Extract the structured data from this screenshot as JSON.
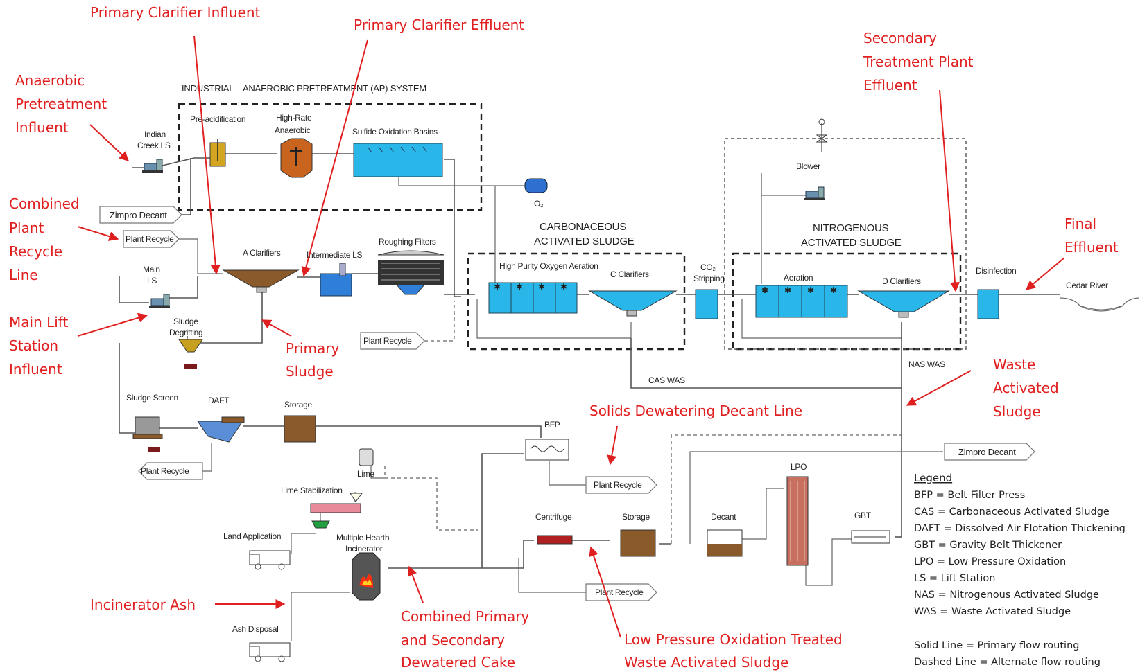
{
  "system_title": "INDUSTRIAL – ANAEROBIC PRETREATMENT (AP) SYSTEM",
  "units": {
    "indian_creek_ls": [
      "Indian",
      "Creek LS"
    ],
    "pre_acidification": "Pre-acidification",
    "high_rate_anaerobic": [
      "High-Rate",
      "Anaerobic"
    ],
    "sulfide_oxidation": "Sulfide Oxidation Basins",
    "blower": "Blower",
    "o2": "O₂",
    "carbonaceous": [
      "CARBONACEOUS",
      "ACTIVATED SLUDGE"
    ],
    "nitrogenous": [
      "NITROGENOUS",
      "ACTIVATED SLUDGE"
    ],
    "main_ls": [
      "Main",
      "LS"
    ],
    "a_clarifiers": "A Clarifiers",
    "intermediate_ls": "Intermediate LS",
    "roughing_filters": "Roughing Filters",
    "hpo_aeration": "High Purity Oxygen Aeration",
    "c_clarifiers": "C Clarifiers",
    "co2_stripping": [
      "CO₂",
      "Stripping"
    ],
    "aeration": "Aeration",
    "d_clarifiers": "D Clarifiers",
    "disinfection": "Disinfection",
    "cedar_river": "Cedar River",
    "sludge_degritting": [
      "Sludge",
      "Degritting"
    ],
    "cas_was": "CAS WAS",
    "nas_was": "NAS WAS",
    "sludge_screen": "Sludge Screen",
    "daft": "DAFT",
    "storage_1": "Storage",
    "bfp": "BFP",
    "lime": "Lime",
    "lime_stabilization": "Lime Stabilization",
    "land_application": "Land Application",
    "multiple_hearth": [
      "Multiple Hearth",
      "Incinerator"
    ],
    "centrifuge": "Centrifuge",
    "storage_2": "Storage",
    "decant": "Decant",
    "lpo": "LPO",
    "gbt": "GBT",
    "ash_disposal": "Ash Disposal"
  },
  "tags": {
    "zimpro_decant_1": "Zimpro Decant",
    "plant_recycle_1": "Plant Recycle",
    "plant_recycle_2": "Plant Recycle",
    "plant_recycle_3": "Plant Recycle",
    "plant_recycle_4": "Plant Recycle",
    "plant_recycle_5": "Plant Recycle",
    "zimpro_decant_2": "Zimpro Decant"
  },
  "callouts": {
    "primary_clarifier_influent": "Primary Clarifier Influent",
    "primary_clarifier_effluent": "Primary Clarifier Effluent",
    "anaerobic_pretreatment_influent": [
      "Anaerobic",
      "Pretreatment",
      "Influent"
    ],
    "combined_plant_recycle": [
      "Combined",
      "Plant",
      "Recycle",
      "Line"
    ],
    "main_lift_station": [
      "Main Lift",
      "Station",
      "Influent"
    ],
    "primary_sludge": [
      "Primary",
      "Sludge"
    ],
    "secondary_effluent": [
      "Secondary",
      "Treatment Plant",
      "Effluent"
    ],
    "final_effluent": [
      "Final",
      "Effluent"
    ],
    "waste_activated_sludge": [
      "Waste",
      "Activated",
      "Sludge"
    ],
    "solids_dewatering_decant": "Solids Dewatering Decant Line",
    "incinerator_ash": "Incinerator Ash",
    "combined_cake": [
      "Combined Primary",
      "and Secondary",
      "Dewatered Cake"
    ],
    "lpo_treated_was": [
      "Low Pressure Oxidation Treated",
      "Waste Activated Sludge"
    ]
  },
  "legend": {
    "title": "Legend",
    "items": [
      "BFP = Belt Filter Press",
      "CAS = Carbonaceous Activated Sludge",
      "DAFT = Dissolved Air Flotation Thickening",
      "GBT = Gravity Belt Thickener",
      "LPO = Low Pressure Oxidation",
      "LS = Lift Station",
      "NAS = Nitrogenous Activated Sludge",
      "WAS = Waste Activated Sludge"
    ],
    "notes": [
      "Solid Line = Primary flow routing",
      "Dashed Line = Alternate flow routing"
    ]
  },
  "colors": {
    "callout": "#e02020",
    "water": "#29b6e8",
    "sludge": "#8b5a2b",
    "reactor": "#c8641e"
  }
}
